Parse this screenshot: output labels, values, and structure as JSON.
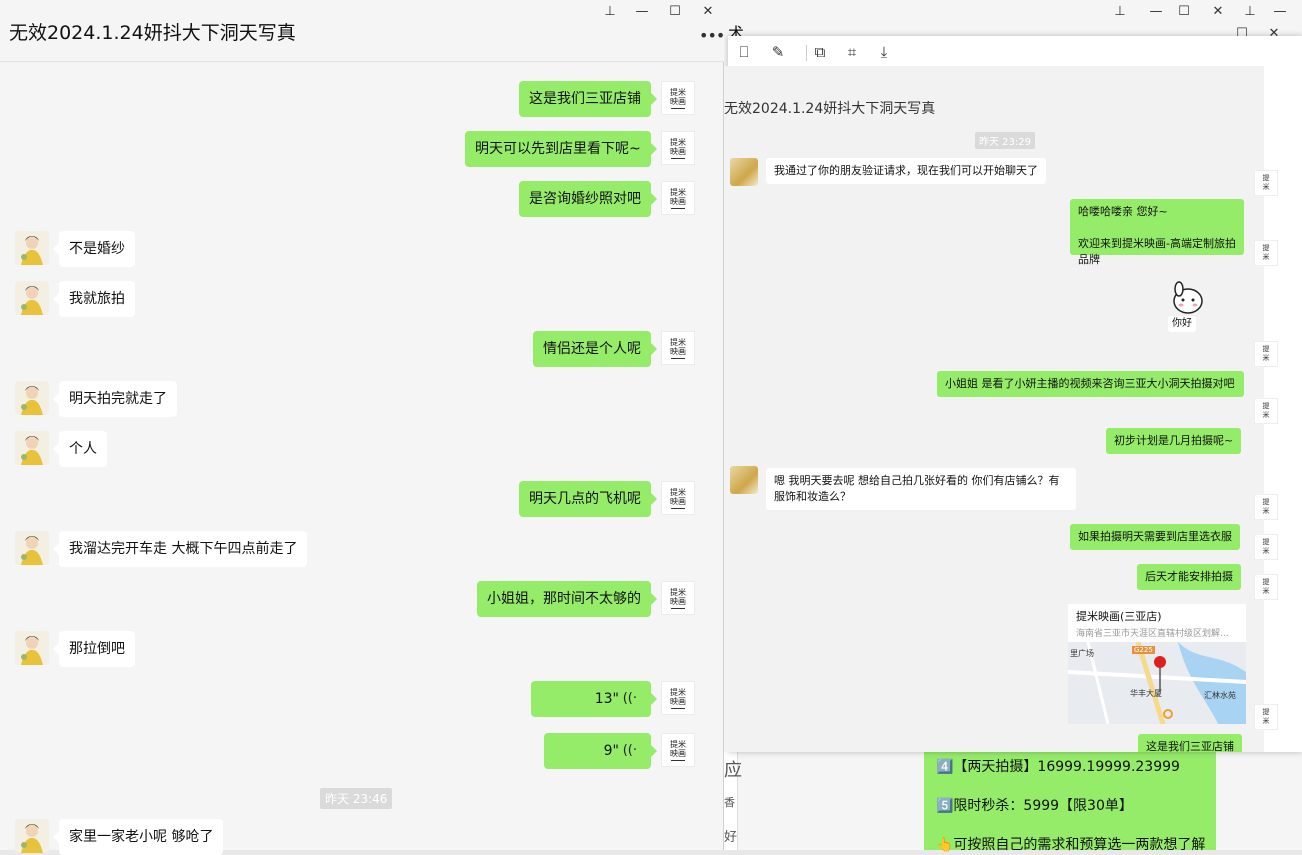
{
  "main_window": {
    "title": "无效2024.1.24妍抖大下洞天写真",
    "more_icon": "more-dots-icon",
    "self_avatar_text": [
      "提米",
      "映画"
    ],
    "messages": [
      {
        "side": "out",
        "text": "这是我们三亚店铺"
      },
      {
        "side": "out",
        "text": "明天可以先到店里看下呢~"
      },
      {
        "side": "out",
        "text": "是咨询婚纱照对吧"
      },
      {
        "side": "in",
        "text": "不是婚纱"
      },
      {
        "side": "in",
        "text": "我就旅拍"
      },
      {
        "side": "out",
        "text": "情侣还是个人呢"
      },
      {
        "side": "in",
        "text": "明天拍完就走了"
      },
      {
        "side": "in",
        "text": "个人"
      },
      {
        "side": "out",
        "text": "明天几点的飞机呢"
      },
      {
        "side": "in",
        "text": "我溜达完开车走 大概下午四点前走了"
      },
      {
        "side": "out",
        "text": "小姐姐，那时间不太够的"
      },
      {
        "side": "in",
        "text": "那拉倒吧"
      },
      {
        "side": "out",
        "text": "13\"",
        "voice": true
      },
      {
        "side": "out",
        "text": "9\"",
        "voice": true
      },
      {
        "side": "in",
        "text": "家里一家老小呢 够呛了"
      }
    ],
    "timestamp": "昨天 23:46"
  },
  "background_window": {
    "title_fragment": "术",
    "peek_chars": [
      "应",
      "香",
      "好"
    ],
    "peek_lines": [
      "4️⃣【两天拍摄】16999.19999.23999",
      "5️⃣限时秒杀：5999【限30单】",
      "👆可按照自己的需求和预算选一两款想了解"
    ]
  },
  "viewer_window": {
    "toolbar_icons": [
      "rotate-icon",
      "edit-icon",
      "copy-icon",
      "translate-icon",
      "download-icon"
    ],
    "shot": {
      "title": "无效2024.1.24妍抖大下洞天写真",
      "timestamp": "昨天 23:29",
      "messages": [
        {
          "side": "in",
          "text": "我通过了你的朋友验证请求，现在我们可以开始聊天了"
        },
        {
          "side": "out",
          "text": "哈喽哈喽亲 您好~\n\n欢迎来到提米映画-高端定制旅拍品牌"
        },
        {
          "side": "out",
          "sticker": true,
          "text": "你好"
        },
        {
          "side": "out",
          "text": "小姐姐  是看了小妍主播的视频来咨询三亚大小洞天拍摄对吧"
        },
        {
          "side": "out",
          "text": "初步计划是几月拍摄呢~"
        },
        {
          "side": "in",
          "text": "嗯 我明天要去呢 想给自己拍几张好看的 你们有店铺么？有服饰和妆造么？"
        },
        {
          "side": "out",
          "text": "如果拍摄明天需要到店里选衣服"
        },
        {
          "side": "out",
          "text": "后天才能安排拍摄"
        },
        {
          "side": "out",
          "card": true,
          "text": "提米映画(三亚店)",
          "address": "海南省三亚市天涯区直辖村级区划解..."
        },
        {
          "side": "out",
          "text": "这是我们三亚店铺"
        }
      ],
      "map_labels": [
        "里广场",
        "汇林水苑",
        "华丰大厦",
        "G225"
      ]
    }
  },
  "colors": {
    "bubble_out": "#95ec69",
    "bubble_in": "#ffffff",
    "window_bg": "#f5f5f5"
  }
}
